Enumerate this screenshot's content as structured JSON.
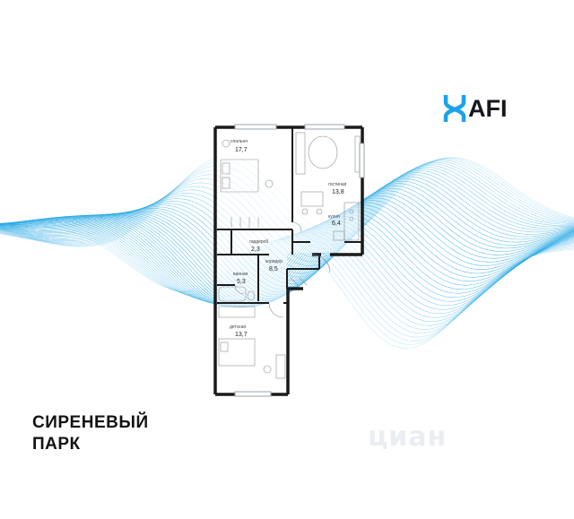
{
  "logo": {
    "text": "AFI",
    "brand_color": "#1aa3e8"
  },
  "project_name": {
    "line1": "СИРЕНЕВЫЙ",
    "line2": "ПАРК"
  },
  "watermark": {
    "text": "циан"
  },
  "colors": {
    "wave": "#29a9e6",
    "wall": "#1a1a1a"
  },
  "rooms": [
    {
      "id": "bedroom",
      "label": "спальня",
      "area": "17,7"
    },
    {
      "id": "living",
      "label": "гостиная",
      "area": "13,8"
    },
    {
      "id": "kitchen",
      "label": "кухня",
      "area": "6,4"
    },
    {
      "id": "storage",
      "label": "гардероб",
      "area": "2,3"
    },
    {
      "id": "corridor",
      "label": "коридор",
      "area": "8,5"
    },
    {
      "id": "bathroom",
      "label": "ванная",
      "area": "5,3"
    },
    {
      "id": "kids",
      "label": "детская",
      "area": "13,7"
    }
  ]
}
